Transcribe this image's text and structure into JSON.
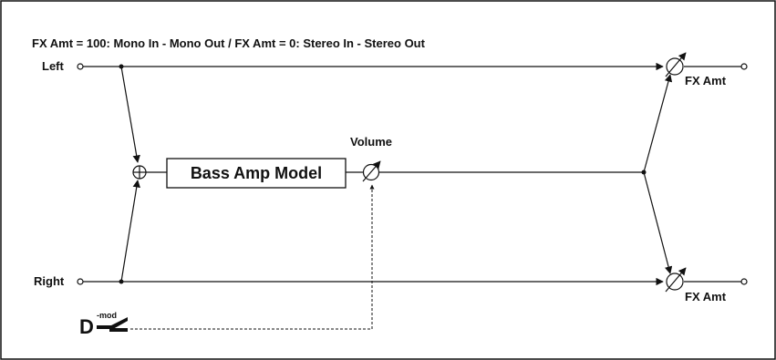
{
  "header": {
    "title": "FX Amt = 100: Mono In - Mono Out  /  FX Amt = 0: Stereo In - Stereo Out"
  },
  "inputs": {
    "left_label": "Left",
    "right_label": "Right"
  },
  "blocks": {
    "amp_label": "Bass Amp Model",
    "volume_label": "Volume"
  },
  "outputs": {
    "top_fx_label": "FX Amt",
    "bottom_fx_label": "FX Amt"
  },
  "modulation": {
    "d_label": "D",
    "mod_label": "-mod"
  },
  "colors": {
    "line": "#111111",
    "background": "#ffffff"
  }
}
